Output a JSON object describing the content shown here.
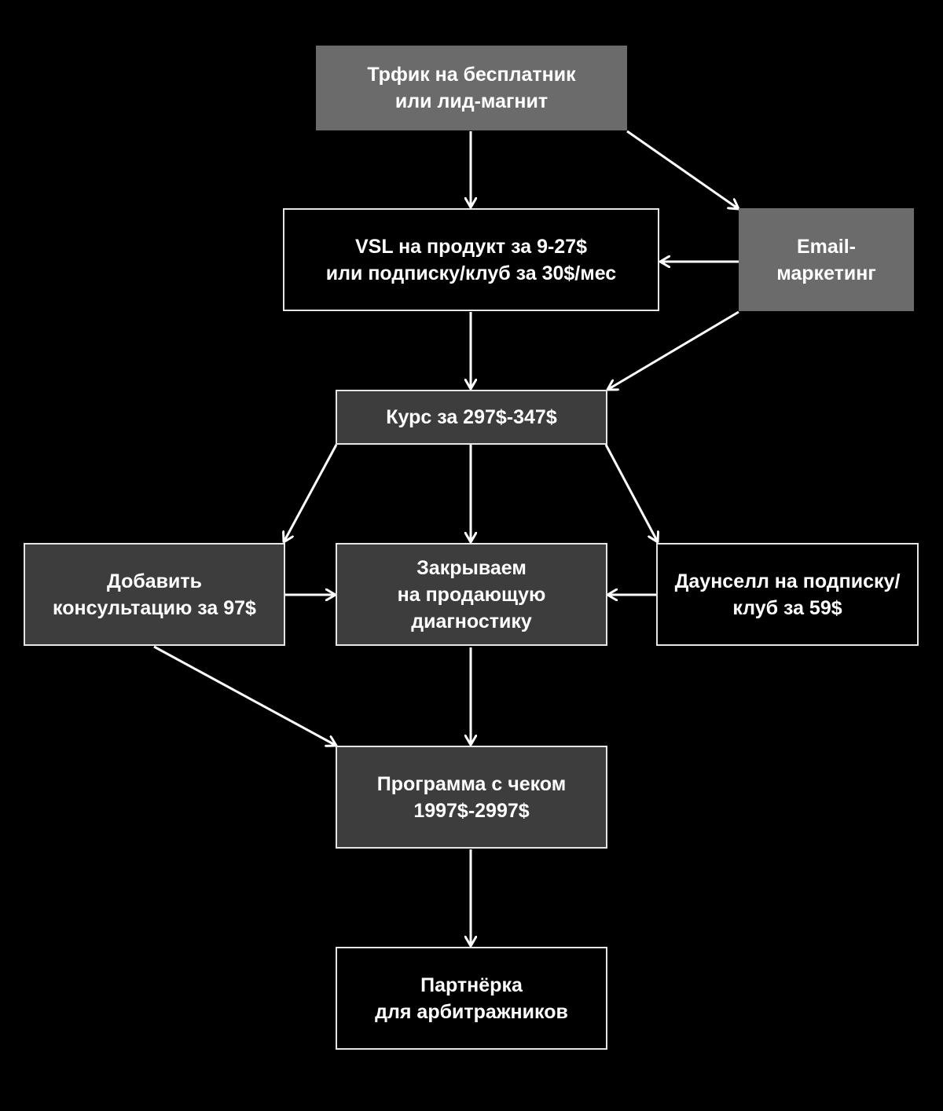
{
  "diagram": {
    "nodes": {
      "traffic": "Трфик на бесплатник\nили лид-магнит",
      "vsl": "VSL на продукт за 9-27$\nили подписку/клуб за 30$/мес",
      "email": "Email-\nмаркетинг",
      "course": "Курс за 297$-347$",
      "consult": "Добавить\nконсультацию за 97$",
      "diag": "Закрываем\nна продающую\nдиагностику",
      "downsell": "Даунселл на подписку/\nклуб за 59$",
      "program": "Программа с чеком\n1997$-2997$",
      "partner": "Партнёрка\nдля арбитражников"
    },
    "edges": [
      {
        "from": "traffic",
        "to": "vsl"
      },
      {
        "from": "traffic",
        "to": "email"
      },
      {
        "from": "email",
        "to": "vsl"
      },
      {
        "from": "vsl",
        "to": "course"
      },
      {
        "from": "email",
        "to": "course"
      },
      {
        "from": "course",
        "to": "consult"
      },
      {
        "from": "course",
        "to": "diag"
      },
      {
        "from": "course",
        "to": "downsell"
      },
      {
        "from": "consult",
        "to": "diag"
      },
      {
        "from": "downsell",
        "to": "diag"
      },
      {
        "from": "consult",
        "to": "program"
      },
      {
        "from": "diag",
        "to": "program"
      },
      {
        "from": "program",
        "to": "partner"
      }
    ],
    "colors": {
      "background": "#000000",
      "gray_fill": "#6b6b6b",
      "dark_fill": "#3d3d3d",
      "stroke": "#ffffff"
    }
  }
}
